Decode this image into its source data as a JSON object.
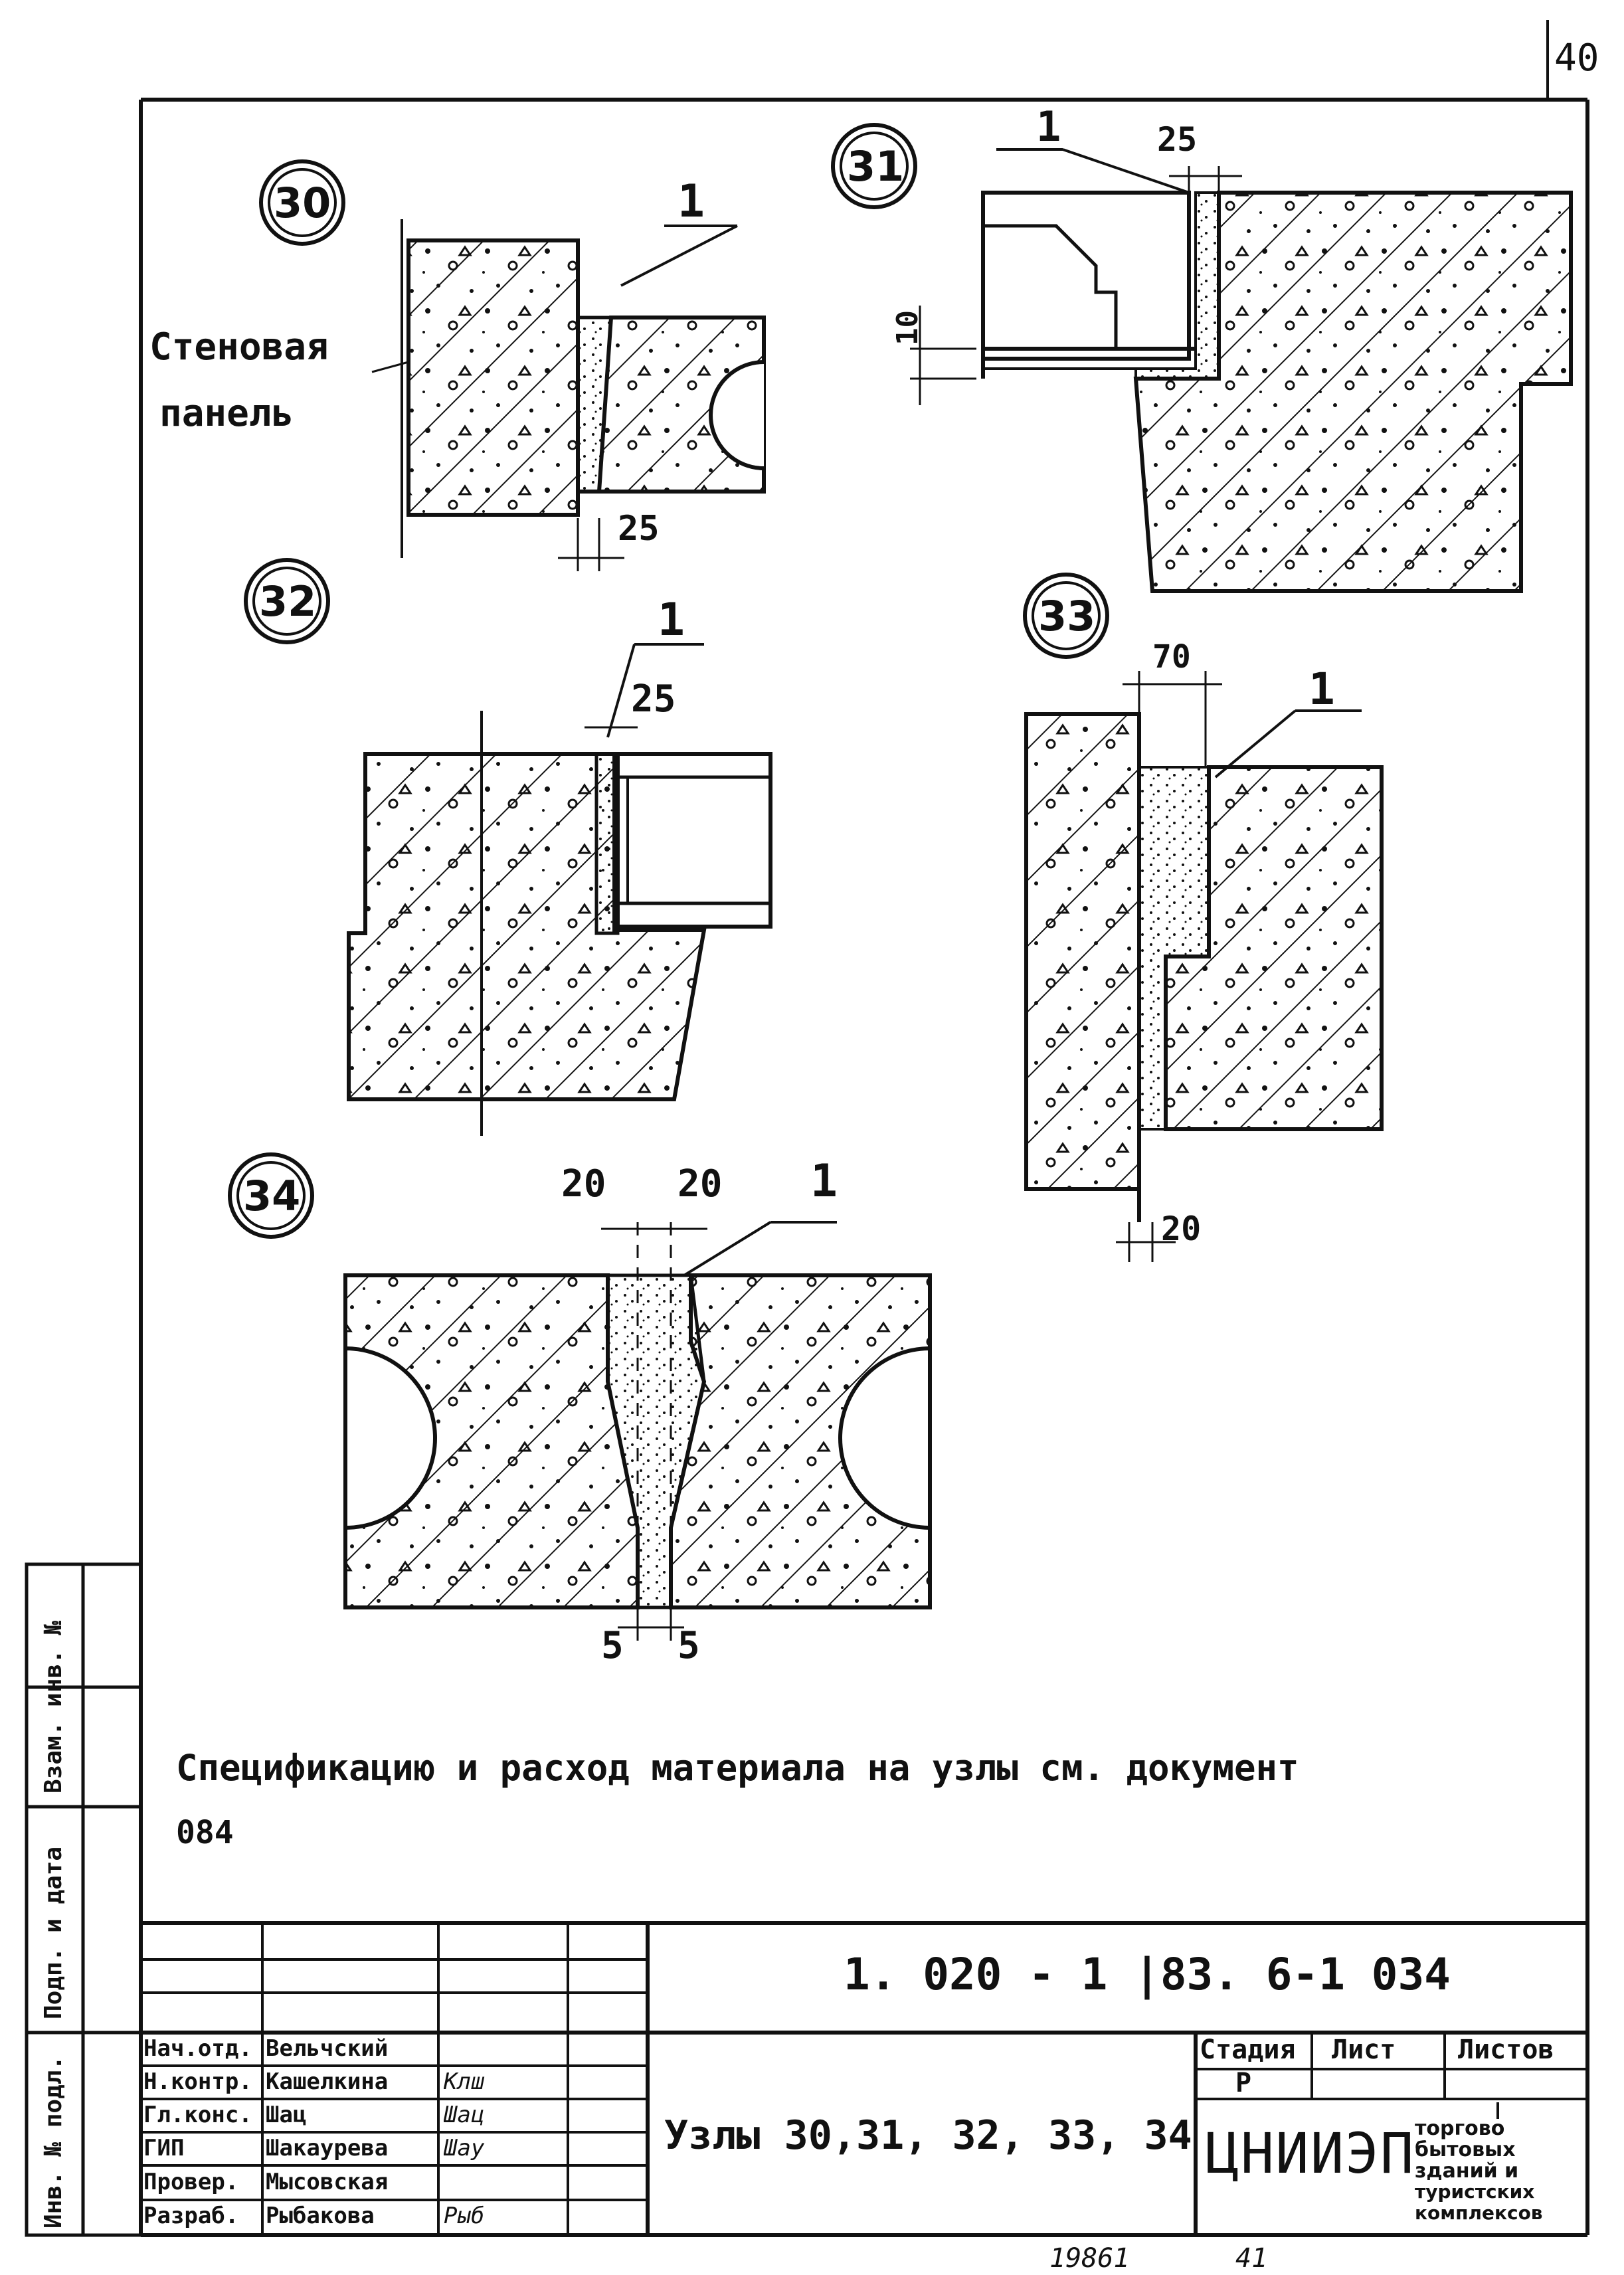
{
  "page_number": "40",
  "details": [
    {
      "id": "30",
      "labels": {
        "leader": "1",
        "panel_line1": "Стеновая",
        "panel_line2": "панель",
        "dim": "25"
      }
    },
    {
      "id": "31",
      "labels": {
        "leader": "1",
        "dim_top": "25",
        "dim_side": "10"
      }
    },
    {
      "id": "32",
      "labels": {
        "leader": "1",
        "dim": "25"
      }
    },
    {
      "id": "33",
      "labels": {
        "leader": "1",
        "dim_top": "70",
        "dim_bottom": "20"
      }
    },
    {
      "id": "34",
      "labels": {
        "leader": "1",
        "dim_left": "20",
        "dim_right": "20",
        "gap_left": "5",
        "gap_right": "5"
      }
    }
  ],
  "note_line1": "Спецификацию и расход материала на узлы см. документ",
  "note_line2": "084",
  "side_stamp": {
    "col1": "Инв. № подл.",
    "col2": "Подп. и дата",
    "col3": "Взам. инв. №"
  },
  "title_block": {
    "doc_code": "1. 020 - 1 |83. 6-1 034",
    "drawing_title": "Узлы 30,31, 32, 33, 34",
    "roles": [
      {
        "role": "Нач.отд.",
        "name": "Вельчский",
        "sign": ""
      },
      {
        "role": "Н.контр.",
        "name": "Кашелкина",
        "sign": "Клш"
      },
      {
        "role": "Гл.конс.",
        "name": "Шац",
        "sign": "Шац"
      },
      {
        "role": "ГИП",
        "name": "Шакаурева",
        "sign": "Шау"
      },
      {
        "role": "Провер.",
        "name": "Мысовская",
        "sign": ""
      },
      {
        "role": "Разраб.",
        "name": "Рыбакова",
        "sign": "Рыб"
      }
    ],
    "stage_header": "Стадия",
    "sheet_header": "Лист",
    "sheets_header": "Листов",
    "stage_value": "Р",
    "org": "ЦНИИЭП",
    "org_desc": [
      "торгово",
      "бытовых",
      "зданий и",
      "туристских",
      "комплексов"
    ]
  },
  "footer": {
    "archive_no": "19861",
    "sheet": "41"
  }
}
